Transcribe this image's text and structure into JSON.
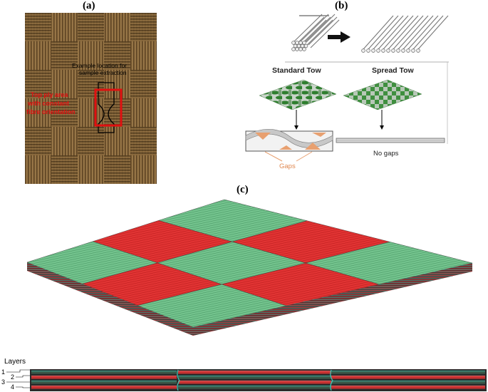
{
  "panels": {
    "a": {
      "label": "(a)",
      "annotation_black": [
        "Example location for",
        "sample extraction"
      ],
      "annotation_red": [
        "Top ply area",
        "with constant",
        "fibre orientation"
      ]
    },
    "b": {
      "label": "(b)",
      "standard_tow": "Standard Tow",
      "spread_tow": "Spread Tow",
      "gaps": "Gaps",
      "no_gaps": "No gaps"
    },
    "c": {
      "label": "(c)",
      "layers_title": "Layers",
      "layer_numbers": [
        "1",
        "2",
        "3",
        "4"
      ]
    }
  },
  "colors": {
    "ply_red": "#e02f2f",
    "ply_green": "#6fbf8a",
    "gap_orange": "#e8a070",
    "annotation_red": "#e01010",
    "wood_dark": "#5a4022",
    "wood_light": "#9c7a4a"
  }
}
